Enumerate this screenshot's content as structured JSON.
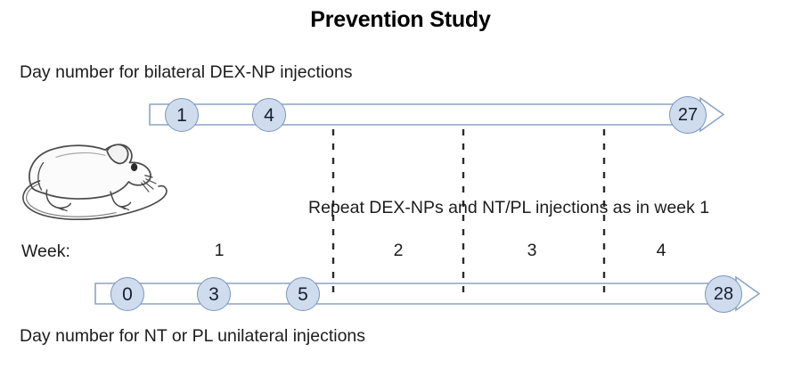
{
  "figure": {
    "title": "Prevention Study",
    "caption_top": "Day number for bilateral DEX-NP injections",
    "caption_bottom": "Day number for NT or PL unilateral injections",
    "repeat_note": "Repeat DEX-NPs and NT/PL injections as in week 1",
    "week_label": "Week:",
    "mouse_alt": "mouse-line-drawing"
  },
  "colors": {
    "circle_fill": "#cfdcee",
    "circle_stroke": "#7a96bd",
    "arrow_stroke": "#8ba4c6",
    "arrow_fill": "#ffffff",
    "divider": "#2b2b2b",
    "text": "#1c1c1c"
  },
  "weeks": [
    {
      "label": "1",
      "x": 246
    },
    {
      "label": "2",
      "x": 447
    },
    {
      "label": "3",
      "x": 597
    },
    {
      "label": "4",
      "x": 742
    }
  ],
  "week_dividers": [
    374,
    520,
    678
  ],
  "chart_data": {
    "type": "timeline",
    "title": "Prevention Study",
    "xlabel": "Day number",
    "units": "days",
    "axis_range": [
      0,
      28
    ],
    "grid": false,
    "legend": "none",
    "annotations": [
      "Repeat DEX-NPs and NT/PL injections as in week 1"
    ],
    "week_boundaries_days": [
      7,
      14,
      21
    ],
    "series": [
      {
        "name": "Day number for bilateral DEX-NP injections",
        "position": "top",
        "days": [
          1,
          4,
          27
        ],
        "values": [
          "1",
          "4",
          "27"
        ]
      },
      {
        "name": "Day number for NT or PL unilateral injections",
        "position": "bottom",
        "days": [
          0,
          3,
          5,
          28
        ],
        "values": [
          "0",
          "3",
          "5",
          "28"
        ]
      }
    ]
  },
  "timelines": {
    "top": {
      "name": "dex-np-timeline",
      "markers": [
        {
          "value": "1",
          "x": 204
        },
        {
          "value": "4",
          "x": 302
        },
        {
          "value": "27",
          "x": 772
        }
      ]
    },
    "bottom": {
      "name": "nt-pl-timeline",
      "markers": [
        {
          "value": "0",
          "x": 143
        },
        {
          "value": "3",
          "x": 240
        },
        {
          "value": "5",
          "x": 340
        },
        {
          "value": "28",
          "x": 812
        }
      ]
    }
  }
}
